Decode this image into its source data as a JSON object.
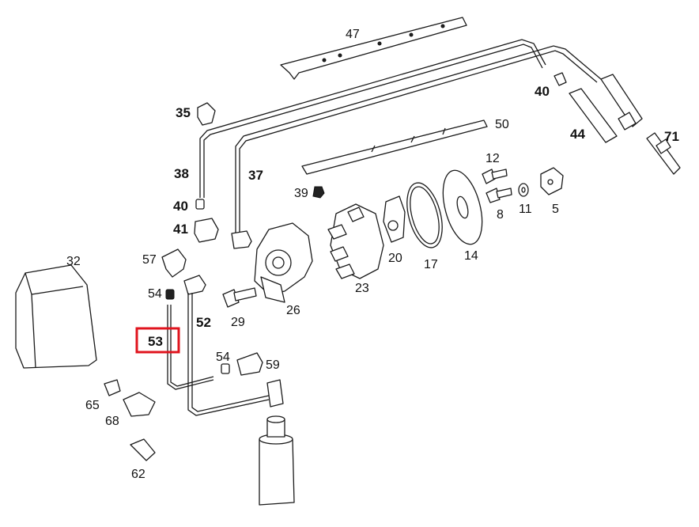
{
  "highlight": {
    "label": "53",
    "color": "#e0141e"
  },
  "labels": {
    "l47": "47",
    "l40a": "40",
    "l44": "44",
    "l71": "71",
    "l35": "35",
    "l50": "50",
    "l12": "12",
    "l38": "38",
    "l37": "37",
    "l39": "39",
    "l40b": "40",
    "l8": "8",
    "l11": "11",
    "l5": "5",
    "l41": "41",
    "l20": "20",
    "l17": "17",
    "l14": "14",
    "l32": "32",
    "l57": "57",
    "l54a": "54",
    "l29": "29",
    "l26": "26",
    "l23": "23",
    "l52": "52",
    "l53": "53",
    "l54b": "54",
    "l59": "59",
    "l65": "65",
    "l68": "68",
    "l62": "62"
  }
}
